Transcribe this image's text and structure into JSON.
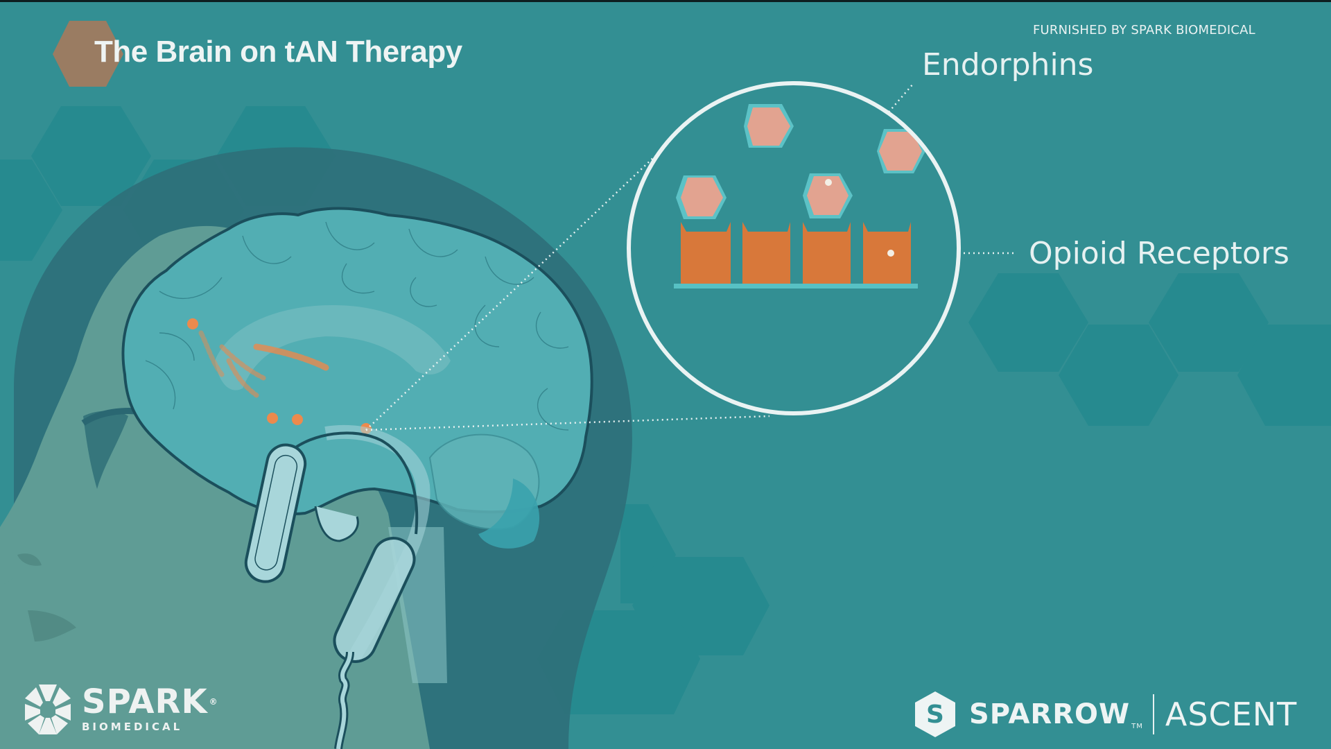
{
  "header": {
    "title": "The Brain on tAN Therapy",
    "credit": "FURNISHED BY SPARK BIOMEDICAL"
  },
  "diagram": {
    "callout_labels": {
      "endorphins": "Endorphins",
      "opioid_receptors": "Opioid Receptors"
    },
    "receptor_count": 4,
    "endorphin_count": 4,
    "colors": {
      "background": "#338f93",
      "hexagon_tile": "#268a8f",
      "head_silhouette": "#2e7079",
      "face": "#5f9c95",
      "brain": "#52aeb3",
      "brain_outline": "#1b4f5c",
      "receptor": "#d8783a",
      "endorphin": "#e2a390",
      "endorphin_shadow": "#5cc2c6",
      "membrane": "#57c1c4",
      "zoom_circle": "#eaf3f3",
      "activity_spots": "#e8894e",
      "title_hexagon": "#9a7c62"
    },
    "icons": [
      "title-hexagon-icon",
      "neuron-activity-icon",
      "tan-earpiece-device-icon"
    ]
  },
  "footer": {
    "left_logo": {
      "word": "SPARK",
      "reg": "®",
      "sub": "BIOMEDICAL"
    },
    "right_logo": {
      "mark_letter": "S",
      "word": "SPARROW",
      "tm": "TM",
      "product": "ASCENT"
    }
  }
}
